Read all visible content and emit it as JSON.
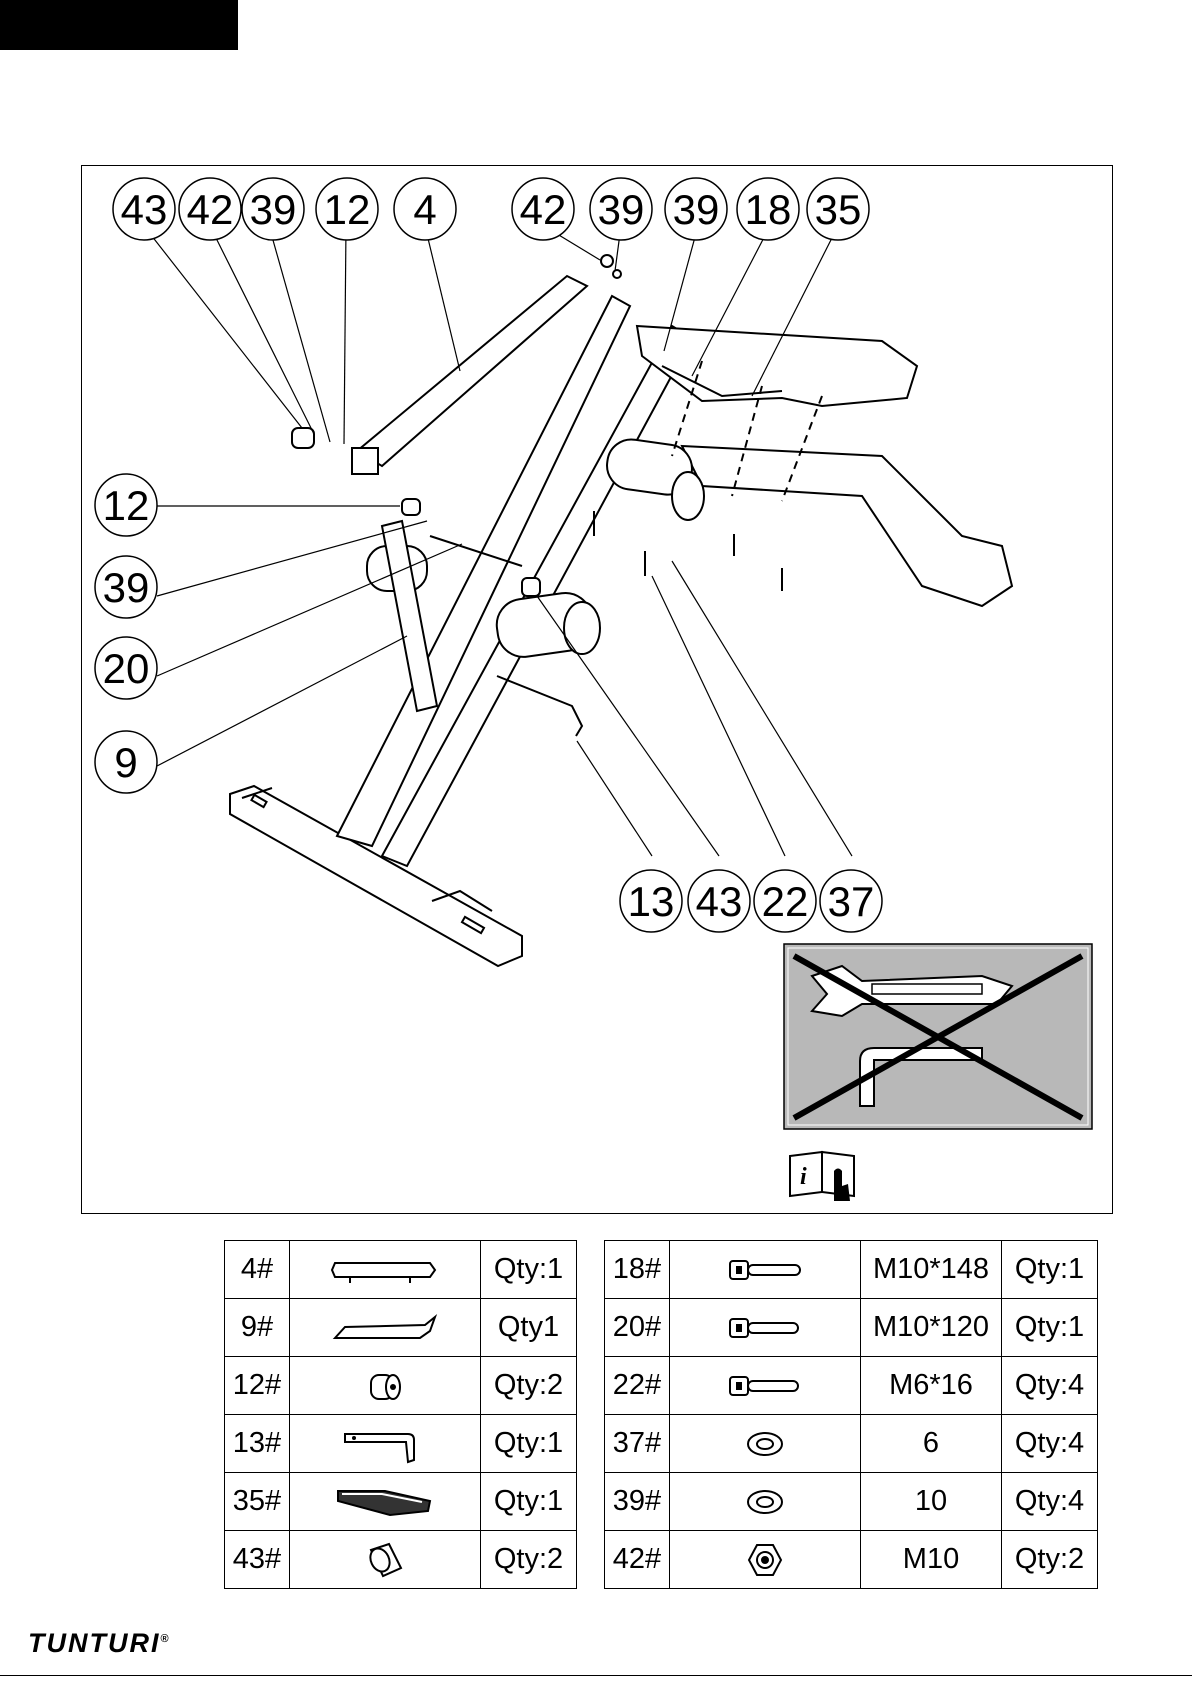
{
  "callouts": {
    "top_left": [
      "43",
      "42",
      "39",
      "12",
      "4"
    ],
    "top_right": [
      "42",
      "39",
      "39",
      "18",
      "35"
    ],
    "left_side": [
      "12",
      "39",
      "20",
      "9"
    ],
    "bottom": [
      "13",
      "43",
      "22",
      "37"
    ]
  },
  "icons": {
    "no_tools": "crossed-out-wrench-and-allen-key-icon",
    "manual": "read-manual-info-icon"
  },
  "left_table": [
    {
      "num": "4#",
      "part_icon": "main-frame-icon",
      "qty": "Qty:1"
    },
    {
      "num": "9#",
      "part_icon": "support-bar-icon",
      "qty": "Qty1"
    },
    {
      "num": "12#",
      "part_icon": "bushing-icon",
      "qty": "Qty:2"
    },
    {
      "num": "13#",
      "part_icon": "pin-icon",
      "qty": "Qty:1"
    },
    {
      "num": "35#",
      "part_icon": "seat-pad-icon",
      "qty": "Qty:1"
    },
    {
      "num": "43#",
      "part_icon": "end-cap-icon",
      "qty": "Qty:2"
    }
  ],
  "right_table": [
    {
      "num": "18#",
      "part_icon": "bolt-icon",
      "spec": "M10*148",
      "qty": "Qty:1"
    },
    {
      "num": "20#",
      "part_icon": "bolt-icon",
      "spec": "M10*120",
      "qty": "Qty:1"
    },
    {
      "num": "22#",
      "part_icon": "bolt-icon",
      "spec": "M6*16",
      "qty": "Qty:4"
    },
    {
      "num": "37#",
      "part_icon": "washer-icon",
      "spec": "6",
      "qty": "Qty:4"
    },
    {
      "num": "39#",
      "part_icon": "washer-icon",
      "spec": "10",
      "qty": "Qty:4"
    },
    {
      "num": "42#",
      "part_icon": "lock-nut-icon",
      "spec": "M10",
      "qty": "Qty:2"
    }
  ],
  "brand": {
    "name": "TUNTURI",
    "mark": "®"
  }
}
